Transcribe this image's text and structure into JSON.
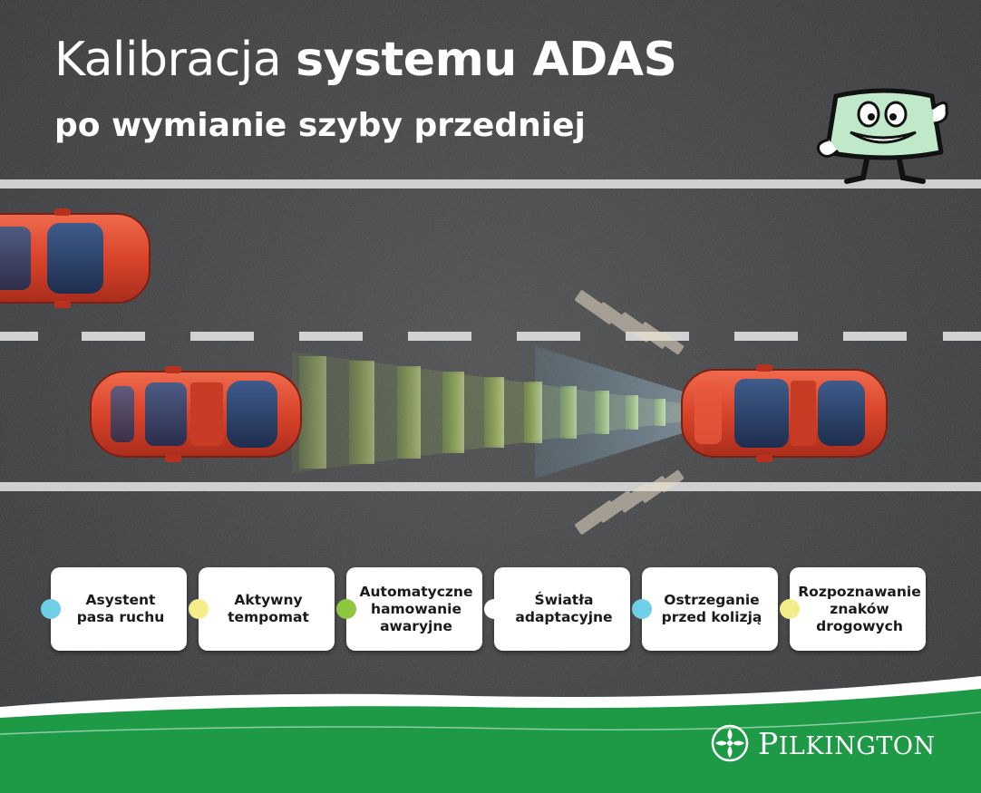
{
  "header": {
    "title_light": "Kalibracja ",
    "title_bold": "systemu ADAS",
    "subtitle": "po wymianie szyby przedniej"
  },
  "features": [
    {
      "label": "Asystent\npasa ruchu",
      "dot_color": "#6fcfe6"
    },
    {
      "label": "Aktywny\ntempomat",
      "dot_color": "#f3ee8a"
    },
    {
      "label": "Automatyczne\nhamowanie\nawaryjne",
      "dot_color": "#8fc63f"
    },
    {
      "label": "Światła\nadaptacyjne",
      "dot_color": "#ffffff"
    },
    {
      "label": "Ostrzeganie\nprzed kolizją",
      "dot_color": "#6fcfe6"
    },
    {
      "label": "Rozpoznawanie\nznaków\ndrogowych",
      "dot_color": "#f3ee8a"
    }
  ],
  "brand": {
    "name_first": "P",
    "name_rest": "ILKINGTON",
    "logo_icon": "pilkington-cross-logo-icon"
  },
  "colors": {
    "asphalt": "#3c3d3f",
    "road_line": "#c9c9c9",
    "car_red": "#d9442b",
    "car_glass": "#2c3f66",
    "brand_green": "#1e9a47",
    "footer_white": "#ffffff"
  },
  "icons": {
    "mascot": "windshield-mascot-icon",
    "sensor_cone": "radar-beam-icon",
    "car": "car-top-view-icon"
  }
}
